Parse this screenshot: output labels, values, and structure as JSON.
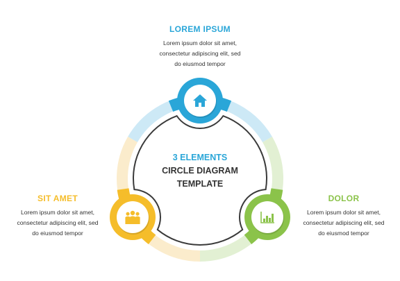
{
  "center": {
    "line1": "3 ELEMENTS",
    "line2": "CIRCLE DIAGRAM",
    "line3": "TEMPLATE"
  },
  "elements": [
    {
      "title": "LOREM IPSUM",
      "lines": [
        "Lorem ipsum dolor sit amet,",
        "consectetur adipiscing elit, sed",
        "do eiusmod tempor"
      ],
      "icon": "home-icon",
      "color": "#2aa6d8",
      "light": "#cde9f6"
    },
    {
      "title": "DOLOR",
      "lines": [
        "Lorem ipsum dolor sit amet,",
        "consectetur adipiscing elit, sed",
        "do eiusmod tempor"
      ],
      "icon": "bar-chart-icon",
      "color": "#8bc34a",
      "light": "#e2f0d3"
    },
    {
      "title": "SIT AMET",
      "lines": [
        "Lorem ipsum dolor sit amet,",
        "consectetur adipiscing elit, sed",
        "do eiusmod tempor"
      ],
      "icon": "people-icon",
      "color": "#f5bd2a",
      "light": "#fbeccc"
    }
  ],
  "colors": {
    "text_dark": "#333333",
    "center_accent": "#2aa6d8",
    "outline": "#3a3a3a"
  }
}
